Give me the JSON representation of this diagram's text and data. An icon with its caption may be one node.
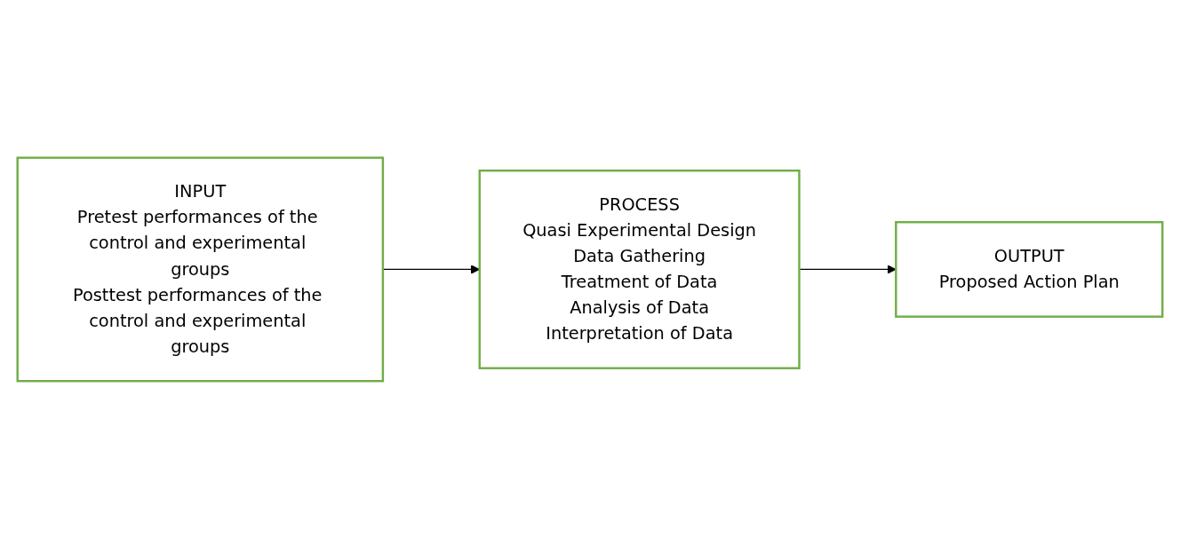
{
  "diagram": {
    "nodes": [
      {
        "text": [
          "INPUT",
          "Pretest performances of the control and experimental groups",
          "Posttest performances of the control and experimental groups"
        ]
      },
      {
        "text": [
          "PROCESS",
          "Quasi Experimental Design",
          "Data Gathering",
          "Treatment of Data",
          "Analysis of Data",
          "Interpretation of Data"
        ]
      },
      {
        "text": [
          "OUTPUT",
          "Proposed Action Plan"
        ]
      }
    ],
    "edges": [
      {
        "from": 0,
        "to": 1,
        "arrow": "to"
      },
      {
        "from": 1,
        "to": 2,
        "arrow": "to"
      }
    ]
  }
}
